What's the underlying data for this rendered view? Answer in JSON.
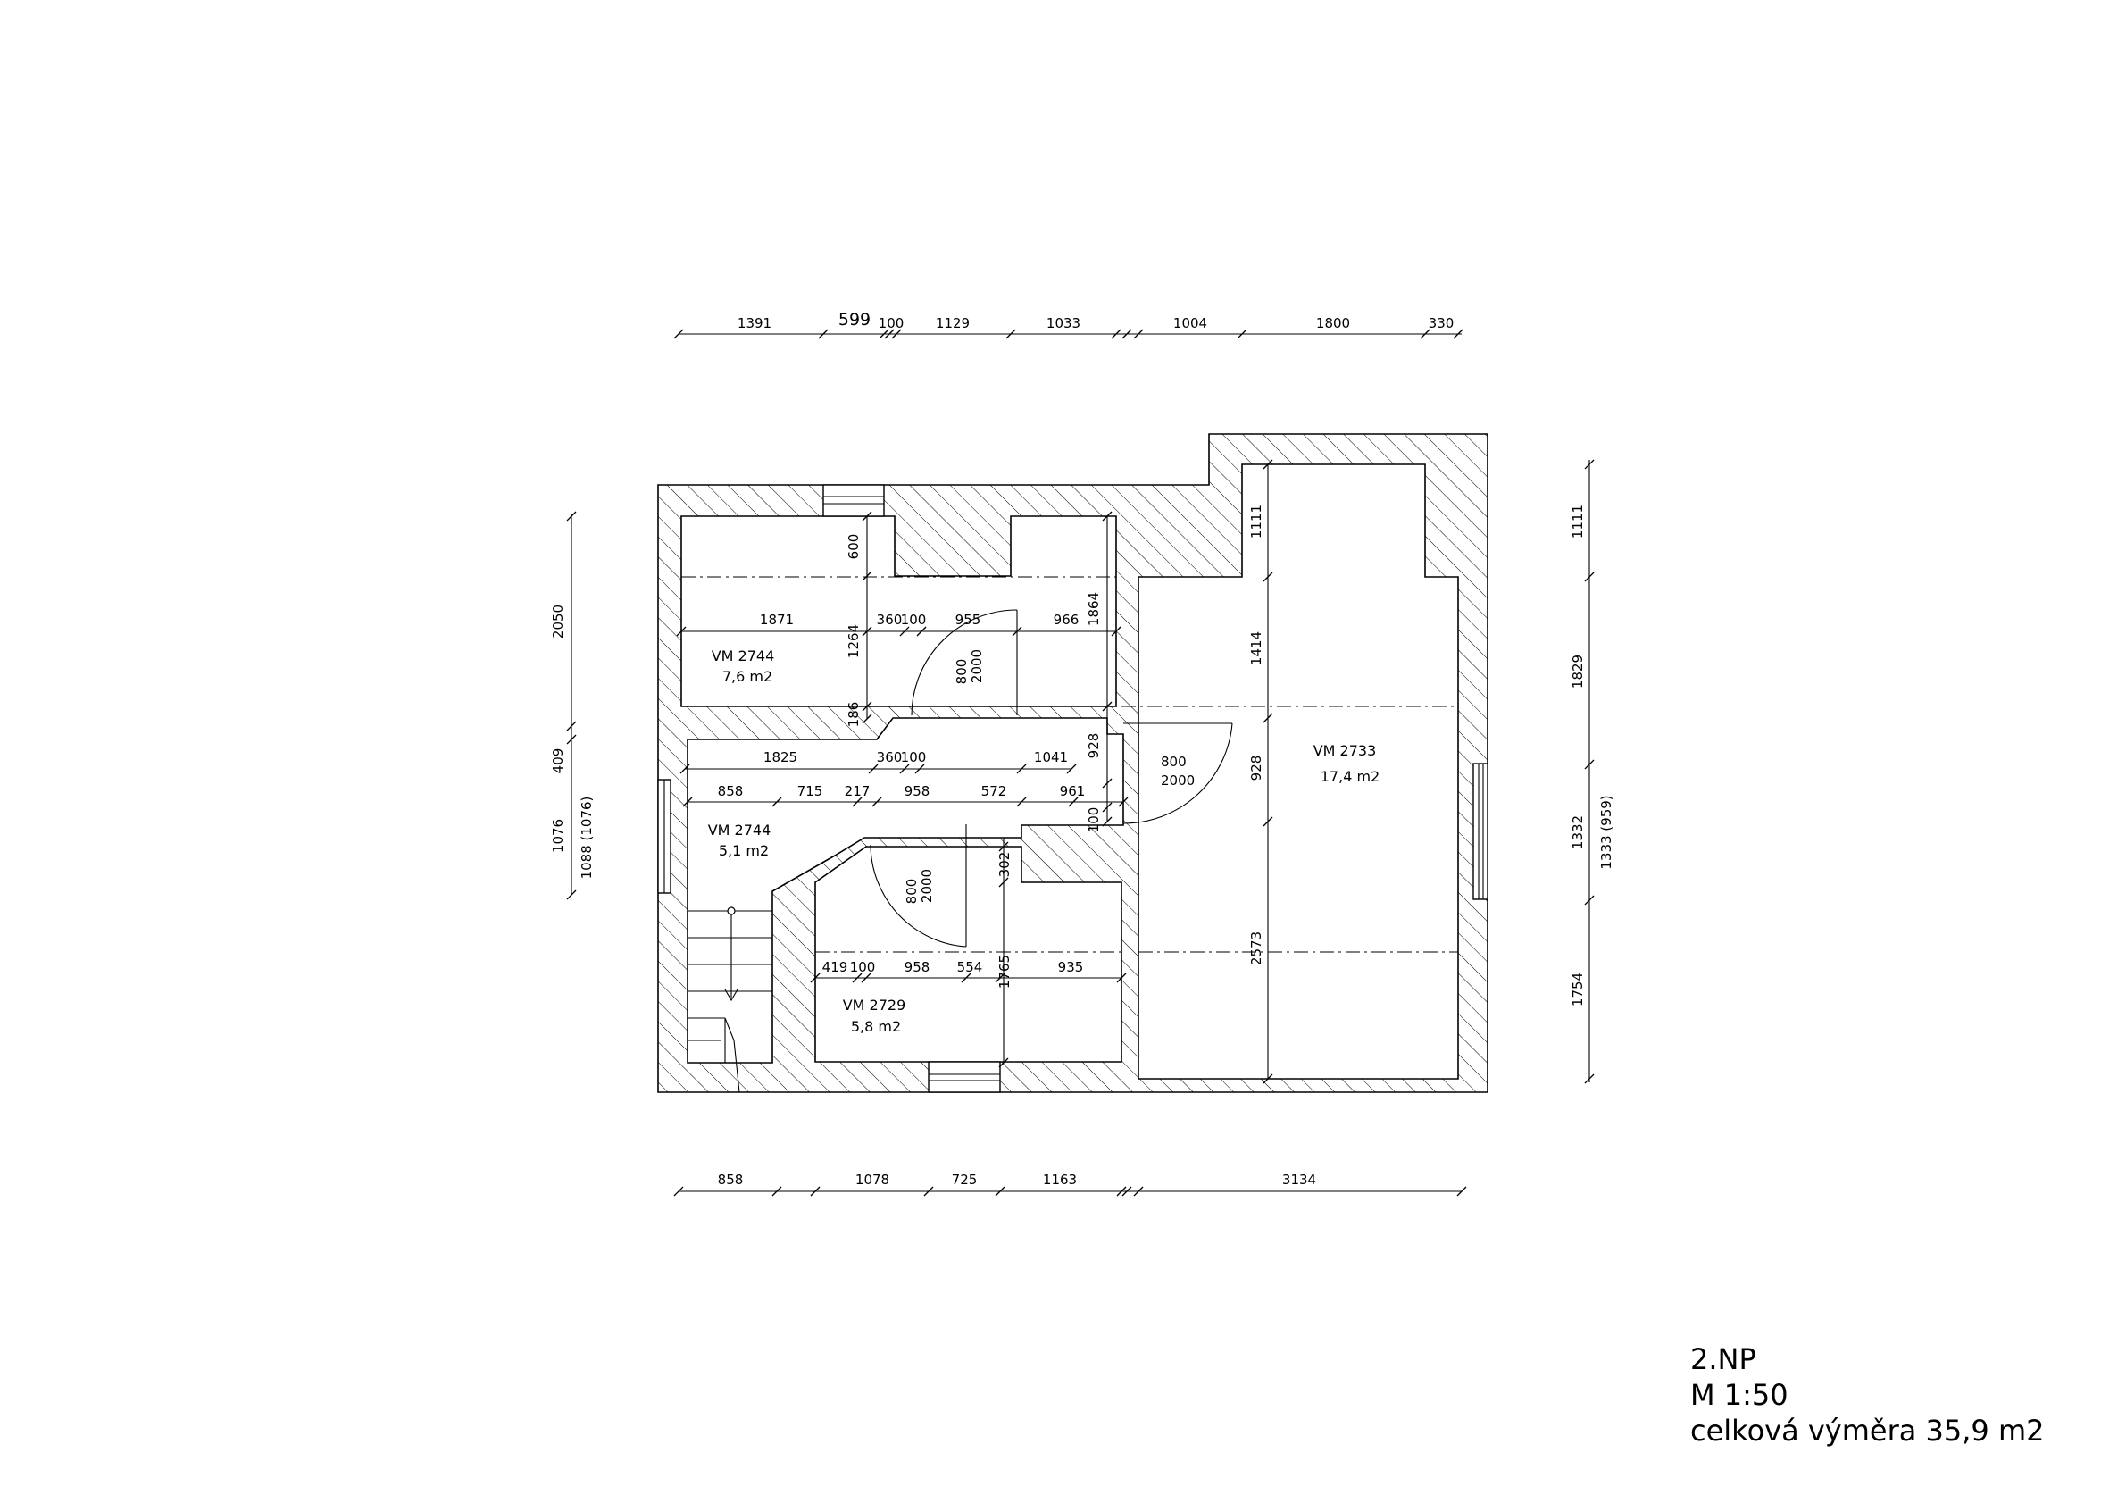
{
  "drawing": {
    "floor": "2.NP",
    "scale": "M 1:50",
    "total_area": "celková výměra 35,9 m2"
  },
  "rooms": [
    {
      "code": "VM 2744",
      "area": "7,6 m2"
    },
    {
      "code": "VM 2744",
      "area": "5,1 m2"
    },
    {
      "code": "VM 2729",
      "area": "5,8 m2"
    },
    {
      "code": "VM 2733",
      "area": "17,4 m2"
    }
  ],
  "doors": [
    {
      "width": "800",
      "height": "2000"
    },
    {
      "width": "800",
      "height": "2000"
    },
    {
      "width": "800",
      "height": "2000"
    }
  ],
  "dims_top": [
    "1391",
    "599",
    "100",
    "1129",
    "1033",
    "1004",
    "1800",
    "330"
  ],
  "dims_bottom": [
    "858",
    "1078",
    "725",
    "1163",
    "3134"
  ],
  "dims_left": [
    "2050",
    "409",
    "1076",
    "1088 (1076)"
  ],
  "dims_right": [
    "1111",
    "1829",
    "1332",
    "1333 (959)",
    "1754"
  ],
  "dims_inner": {
    "row1": [
      "1871",
      "360",
      "100",
      "955",
      "966"
    ],
    "row2": [
      "1825",
      "360",
      "100",
      "1041"
    ],
    "row3": [
      "858",
      "715",
      "217",
      "958",
      "572",
      "961"
    ],
    "row4": [
      "419",
      "100",
      "958",
      "554",
      "935"
    ],
    "vertical": [
      "600",
      "1264",
      "186",
      "1864",
      "928",
      "100",
      "302",
      "1765",
      "1111",
      "1414",
      "928",
      "2573"
    ]
  }
}
